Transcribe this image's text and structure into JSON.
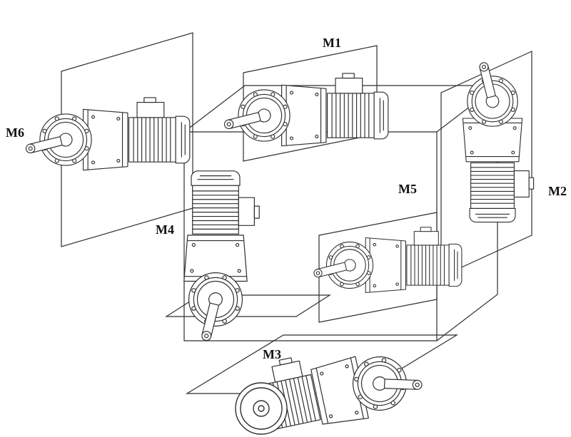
{
  "figure": {
    "description": "Gearmotor mounting positions diagram with six drive units arranged around a reference cube",
    "background_color": "#ffffff",
    "line_color": "#2e2e2e",
    "labels": {
      "m1": "M1",
      "m2": "M2",
      "m3": "M3",
      "m4": "M4",
      "m5": "M5",
      "m6": "M6"
    }
  }
}
